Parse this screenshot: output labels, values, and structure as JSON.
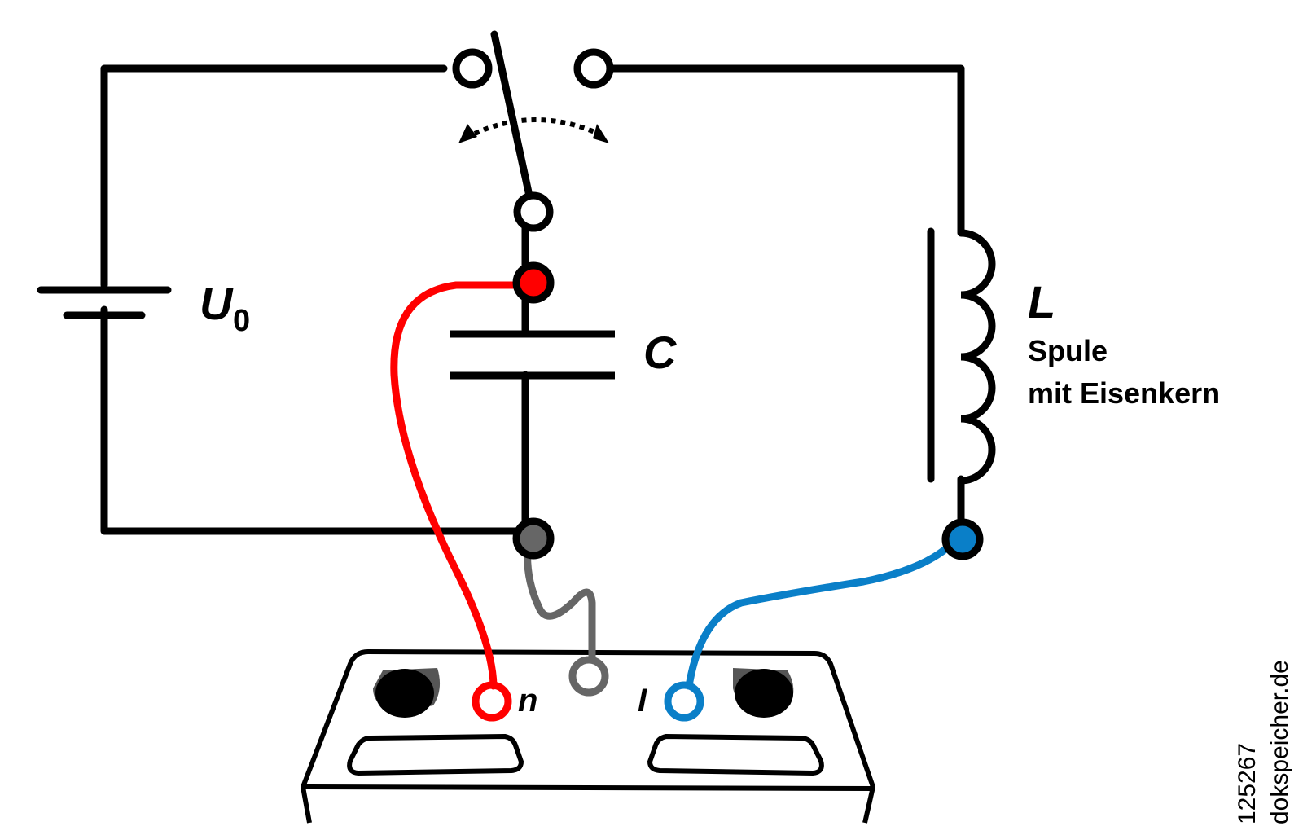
{
  "labels": {
    "voltage_symbol": "U",
    "voltage_subscript": "0",
    "capacitor_symbol": "C",
    "inductor_symbol": "L",
    "coil_line1": "Spule",
    "coil_line2": "mit Eisenkern",
    "socket_left": "n",
    "socket_right": "I"
  },
  "watermark": {
    "id": "125267",
    "site": "dokspeicher.de"
  },
  "colors": {
    "wire": "#000000",
    "red_lead": "#ff0000",
    "gray_lead": "#666666",
    "blue_lead": "#0a7fc8",
    "knob_dark": "#000000",
    "knob_shadow": "#555555"
  }
}
